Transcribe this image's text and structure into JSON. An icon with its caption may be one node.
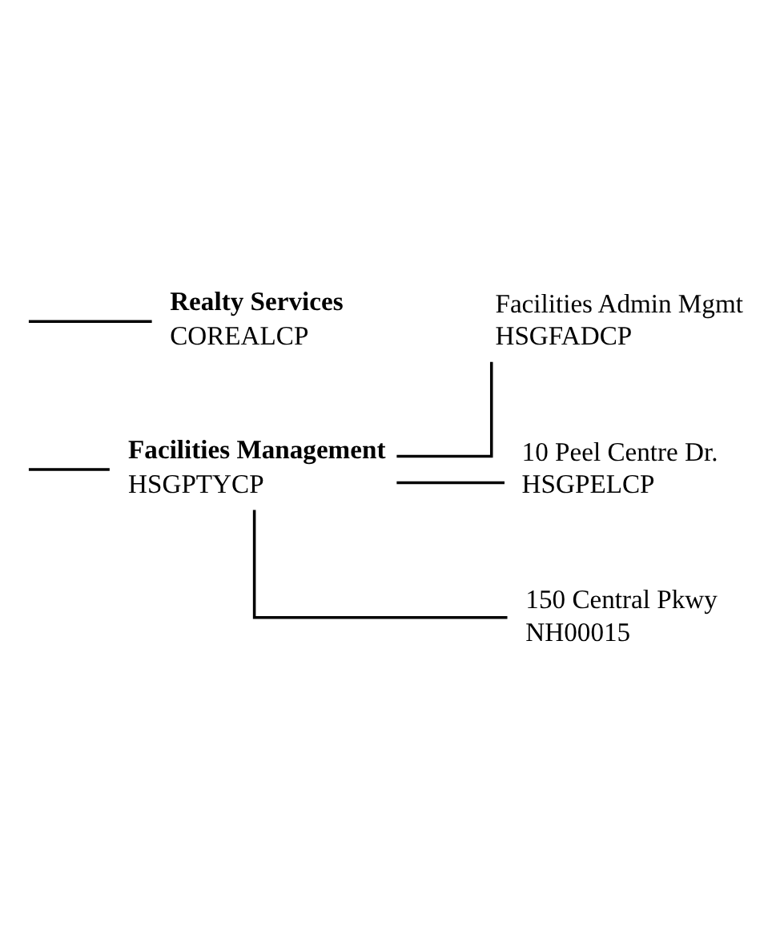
{
  "diagram": {
    "nodes": [
      {
        "text": [
          "Facilities Management",
          "HSGPTYCP"
        ]
      },
      {
        "text": [
          "Facilities Admin Mgmt",
          "HSGFADCP"
        ]
      },
      {
        "text": [
          "10 Peel Centre Dr.",
          "HSGPELCP"
        ]
      },
      {
        "text": [
          "150 Central Pkwy",
          "NH00015"
        ]
      },
      {
        "text": [
          "Realty Services",
          "COREALCP"
        ]
      }
    ],
    "edges": [
      {
        "from": null,
        "to": 0,
        "arrow": "none"
      },
      {
        "from": null,
        "to": 4,
        "arrow": "none"
      },
      {
        "from": 0,
        "to": 1,
        "arrow": "none"
      },
      {
        "from": 0,
        "to": 2,
        "arrow": "none"
      },
      {
        "from": 0,
        "to": 3,
        "arrow": "none"
      }
    ]
  }
}
